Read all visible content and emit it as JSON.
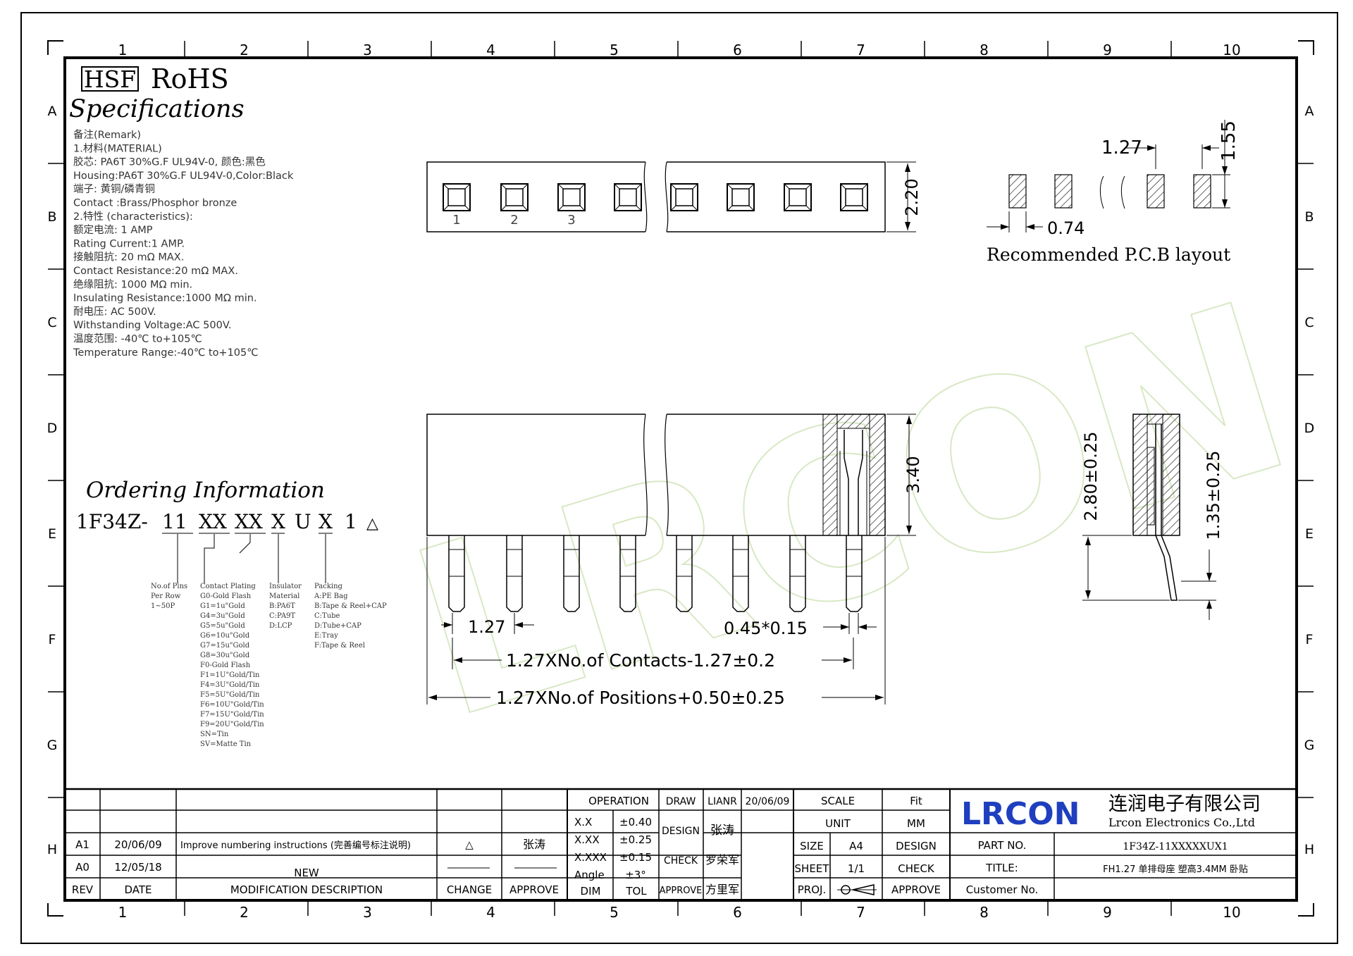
{
  "frame": {
    "columns": [
      "1",
      "2",
      "3",
      "4",
      "5",
      "6",
      "7",
      "8",
      "9",
      "10"
    ],
    "rows": [
      "A",
      "B",
      "C",
      "D",
      "E",
      "F",
      "G",
      "H"
    ]
  },
  "header": {
    "hsf": "HSF",
    "rohs": "RoHS",
    "specifications": "Specifications"
  },
  "specs": [
    "备注(Remark)",
    "1.材料(MATERIAL)",
    "胶芯: PA6T 30%G.F UL94V-0, 颜色:黑色",
    "Housing:PA6T 30%G.F UL94V-0,Color:Black",
    "端子: 黄铜/磷青铜",
    "Contact :Brass/Phosphor bronze",
    "2.特性 (characteristics):",
    "额定电流: 1 AMP",
    "Rating Current:1 AMP.",
    "接触阻抗: 20 mΩ MAX.",
    "Contact Resistance:20 mΩ MAX.",
    "绝缘阻抗: 1000 MΩ min.",
    "Insulating Resistance:1000 MΩ  min.",
    "耐电压: AC 500V.",
    "Withstanding Voltage:AC 500V.",
    "温度范围: -40℃ to+105℃",
    "Temperature Range:-40℃ to+105℃"
  ],
  "top_view": {
    "pin_labels": [
      "1",
      "2",
      "3"
    ],
    "height_dim": "2.20"
  },
  "pcb": {
    "pitch": "1.27",
    "height": "1.55",
    "width": "0.74",
    "caption": "Recommended P.C.B layout"
  },
  "ordering": {
    "title": "Ordering Information",
    "code": [
      "1F34Z-",
      "11",
      "XX",
      "XX",
      "X",
      "U",
      "X",
      "1"
    ],
    "rev_mark": "△",
    "groups": [
      {
        "lines": [
          "No.of Pins",
          "Per Row",
          "1~50P"
        ]
      },
      {
        "lines": [
          "Contact Plating",
          "G0-Gold Flash",
          "G1=1u\"Gold",
          "G4=3u\"Gold",
          "G5=5u\"Gold",
          "G6=10u\"Gold",
          "G7=15u\"Gold",
          "G8=30u\"Gold",
          "F0-Gold Flash",
          "F1=1U\"Gold/Tin",
          "F4=3U\"Gold/Tin",
          "F5=5U\"Gold/Tin",
          "F6=10U\"Gold/Tin",
          "F7=15U\"Gold/Tin",
          "F9=20U\"Gold/Tin",
          "SN=Tin",
          "SV=Matte Tin"
        ]
      },
      {
        "lines": [
          "Insulator",
          "Material",
          "B:PA6T",
          "C:PA9T",
          "D:LCP"
        ]
      },
      {
        "lines": [
          "Packing",
          "A:PE Bag",
          "B:Tape & Reel+CAP",
          "C:Tube",
          "D:Tube+CAP",
          "E:Tray",
          "F:Tape & Reel"
        ]
      }
    ]
  },
  "front_view": {
    "height_dim": "3.40",
    "pitch": "1.27",
    "pin_dim": "0.45*0.15",
    "contacts_dim": "1.27XNo.of Contacts-1.27±0.2",
    "positions_dim": "1.27XNo.of Positions+0.50±0.25"
  },
  "side_view": {
    "dim1": "2.80±0.25",
    "dim2": "1.35±0.25"
  },
  "watermark": "LRCON",
  "title_block": {
    "revisions": [
      {
        "rev": "A1",
        "date": "20/06/09",
        "desc": "Improve numbering instructions (完善编号标注说明)",
        "change": "△",
        "approve": "张涛"
      },
      {
        "rev": "A0",
        "date": "12/05/18",
        "desc": "NEW",
        "change": "",
        "approve": ""
      }
    ],
    "headers": {
      "rev": "REV",
      "date": "DATE",
      "desc": "MODIFICATION DESCRIPTION",
      "change": "CHANGE",
      "approve": "APPROVE"
    },
    "operation": "OPERATION",
    "tolerances": [
      [
        "X.X",
        "±0.40"
      ],
      [
        "X.XX",
        "±0.25"
      ],
      [
        "X.XXX",
        "±0.15"
      ],
      [
        "Angle",
        "±3°"
      ]
    ],
    "dim": "DIM",
    "tol": "TOL",
    "draw": "DRAW",
    "draw_name": "LIANR",
    "draw_date": "20/06/09",
    "design": "DESIGN",
    "design_name": "张涛",
    "check": "CHECK",
    "check_name": "罗荣军",
    "approve": "APPROVE",
    "approve_name": "方里军",
    "scale": "SCALE",
    "scale_val": "Fit",
    "unit": "UNIT",
    "unit_val": "MM",
    "size": "SIZE",
    "size_val": "A4",
    "sheet": "SHEET",
    "sheet_val": "1/1",
    "proj": "PROJ.",
    "design2": "DESIGN",
    "check2": "CHECK",
    "approve2": "APPROVE",
    "logo": "LRCON",
    "company_cn": "连润电子有限公司",
    "company_en": "Lrcon Electronics Co.,Ltd",
    "part_no_label": "PART NO.",
    "part_no": "1F34Z-11XXXXXUX1",
    "title_label": "TITLE:",
    "title": "FH1.27 单排母座 塑高3.4MM 卧贴",
    "customer": "Customer No.",
    "brand_color": "#1f3fbf"
  }
}
